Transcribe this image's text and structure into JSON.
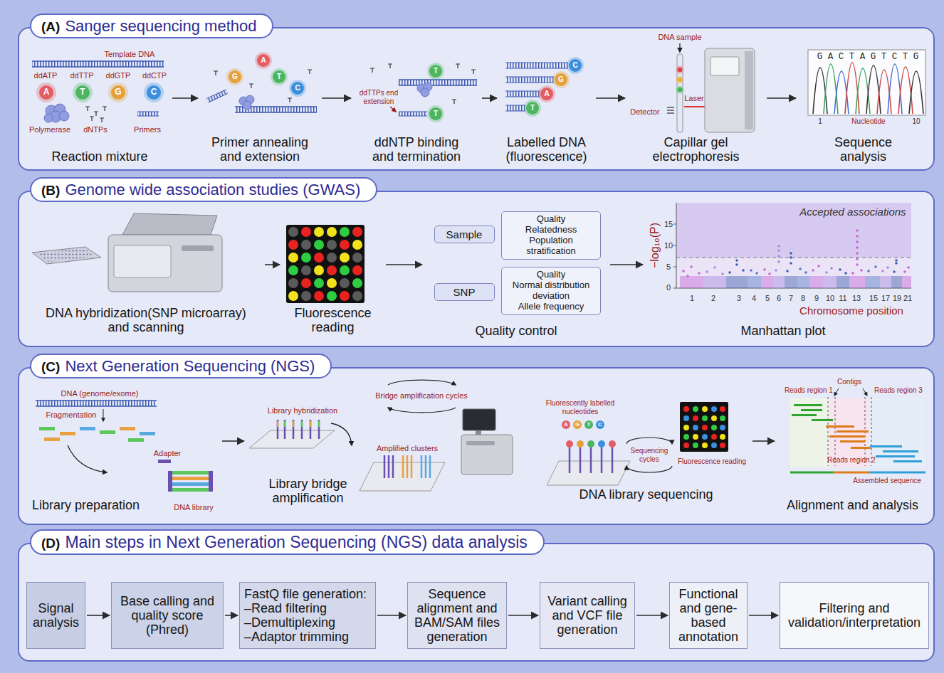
{
  "diagram": {
    "nodes": [
      {
        "text": [
          "(A)",
          "Sanger sequencing method"
        ]
      },
      {
        "text": [
          "Reaction mixture"
        ],
        "in": 0
      },
      {
        "text": [
          "Primer annealing and extension"
        ],
        "in": 0
      },
      {
        "text": [
          "ddNTP binding and termination"
        ],
        "in": 0
      },
      {
        "text": [
          "Labelled DNA (fluorescence)"
        ],
        "in": 0
      },
      {
        "text": [
          "Capillar gel electrophoresis"
        ],
        "in": 0
      },
      {
        "text": [
          "Sequence analysis"
        ],
        "in": 0
      },
      {
        "text": [
          "(B)",
          "Genome wide association studies (GWAS)"
        ]
      },
      {
        "text": [
          "DNA hybridization(SNP microarray) and scanning"
        ],
        "in": 7
      },
      {
        "text": [
          "Fluorescence reading"
        ],
        "in": 7
      },
      {
        "text": [
          "Quality control"
        ],
        "in": 7
      },
      {
        "text": [
          "Sample"
        ],
        "in": 10
      },
      {
        "text": [
          "Quality",
          "Relatedness",
          "Population stratification"
        ],
        "in": 10
      },
      {
        "text": [
          "SNP"
        ],
        "in": 10
      },
      {
        "text": [
          "Quality",
          "Normal distribution deviation",
          "Allele frequency"
        ],
        "in": 10
      },
      {
        "text": [
          "Manhattan plot"
        ],
        "in": 7
      },
      {
        "text": [
          "(C)",
          "Next Generation Sequencing (NGS)"
        ]
      },
      {
        "text": [
          "Library preparation"
        ],
        "in": 16
      },
      {
        "text": [
          "Library bridge amplification"
        ],
        "in": 16
      },
      {
        "text": [
          "DNA library sequencing"
        ],
        "in": 16
      },
      {
        "text": [
          "Alignment and analysis"
        ],
        "in": 16
      },
      {
        "text": [
          "(D)",
          "Main steps in Next Generation Sequencing (NGS) data analysis"
        ]
      },
      {
        "text": [
          "Signal analysis"
        ],
        "in": 21
      },
      {
        "text": [
          "Base calling and quality score (Phred)"
        ],
        "in": 21
      },
      {
        "text": [
          "FastQ file generation:",
          "–Read filtering",
          "–Demultiplexing",
          "–Adaptor trimming"
        ],
        "in": 21
      },
      {
        "text": [
          "Sequence alignment and BAM/SAM files generation"
        ],
        "in": 21
      },
      {
        "text": [
          "Variant calling and VCF file generation"
        ],
        "in": 21
      },
      {
        "text": [
          "Functional and gene-based annotation"
        ],
        "in": 21
      },
      {
        "text": [
          "Filtering and validation/interpretation"
        ],
        "in": 21
      }
    ],
    "edges": [
      {
        "from": 1,
        "to": 2,
        "arrow": "to"
      },
      {
        "from": 2,
        "to": 3,
        "arrow": "to"
      },
      {
        "from": 3,
        "to": 4,
        "arrow": "to"
      },
      {
        "from": 4,
        "to": 5,
        "arrow": "to"
      },
      {
        "from": 5,
        "to": 6,
        "arrow": "to"
      },
      {
        "from": 8,
        "to": 9,
        "arrow": "to"
      },
      {
        "from": 9,
        "to": 10,
        "arrow": "to"
      },
      {
        "from": 10,
        "to": 15,
        "arrow": "to"
      },
      {
        "from": 17,
        "to": 18,
        "arrow": "to"
      },
      {
        "from": 19,
        "to": 20,
        "arrow": "to"
      },
      {
        "from": 22,
        "to": 23,
        "arrow": "to"
      },
      {
        "from": 23,
        "to": 24,
        "arrow": "to"
      },
      {
        "from": 24,
        "to": 25,
        "arrow": "to"
      },
      {
        "from": 25,
        "to": 26,
        "arrow": "to"
      },
      {
        "from": 26,
        "to": 27,
        "arrow": "to"
      },
      {
        "from": 27,
        "to": 28,
        "arrow": "to"
      }
    ],
    "labels": [
      "Template DNA",
      "ddATP",
      "ddTTP",
      "ddGTP",
      "ddCTP",
      "A",
      "T",
      "G",
      "C",
      "Polymerase",
      "dNTPs",
      "Primers",
      "G",
      "A",
      "T",
      "C",
      "ddTTPs end extension",
      "T",
      "T",
      "C",
      "G",
      "A",
      "T",
      "DNA sample",
      "Detector",
      "Laser",
      "G A C T A G T C T G",
      "1",
      "Nucleotide",
      "10",
      "Accepted associations",
      "15",
      "10",
      "5",
      "0",
      "−log₁₀(P)",
      "1",
      "2",
      "3",
      "4",
      "5",
      "6",
      "7",
      "8",
      "9",
      "10",
      "11",
      "13",
      "15",
      "17",
      "19",
      "21",
      "Chromosome position",
      "DNA (genome/exome)",
      "Fragmentation",
      "Adapter",
      "DNA library",
      "Library hybridization",
      "Bridge amplification cycles",
      "Amplified clusters",
      "Fluorescently labelled nucleotides",
      "A",
      "G",
      "T",
      "C",
      "Sequencing cycles",
      "Fluorescence reading",
      "Reads region 1",
      "Contigs",
      "Reads region 3",
      "Reads region 2",
      "Assembled sequence"
    ]
  }
}
